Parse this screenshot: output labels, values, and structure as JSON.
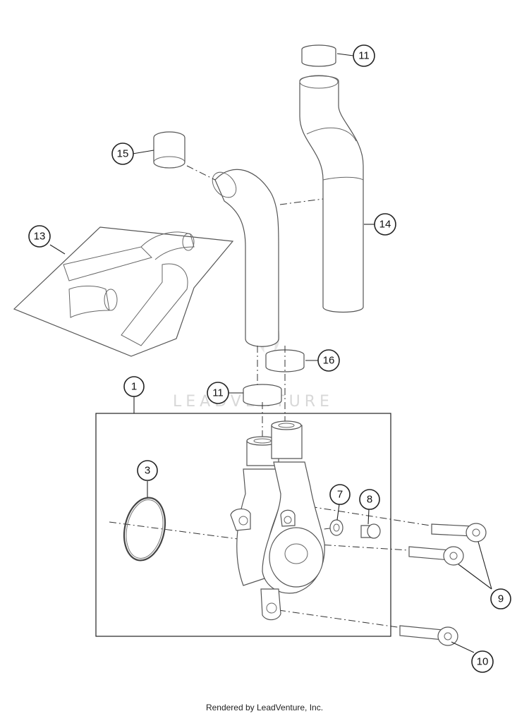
{
  "watermark": "LEADVENTURE",
  "credit": "Rendered by LeadVenture, Inc.",
  "callouts": {
    "c1": "1",
    "c3": "3",
    "c7": "7",
    "c8": "8",
    "c9": "9",
    "c10": "10",
    "c11a": "11",
    "c11b": "11",
    "c13": "13",
    "c14": "14",
    "c15": "15",
    "c16": "16"
  }
}
